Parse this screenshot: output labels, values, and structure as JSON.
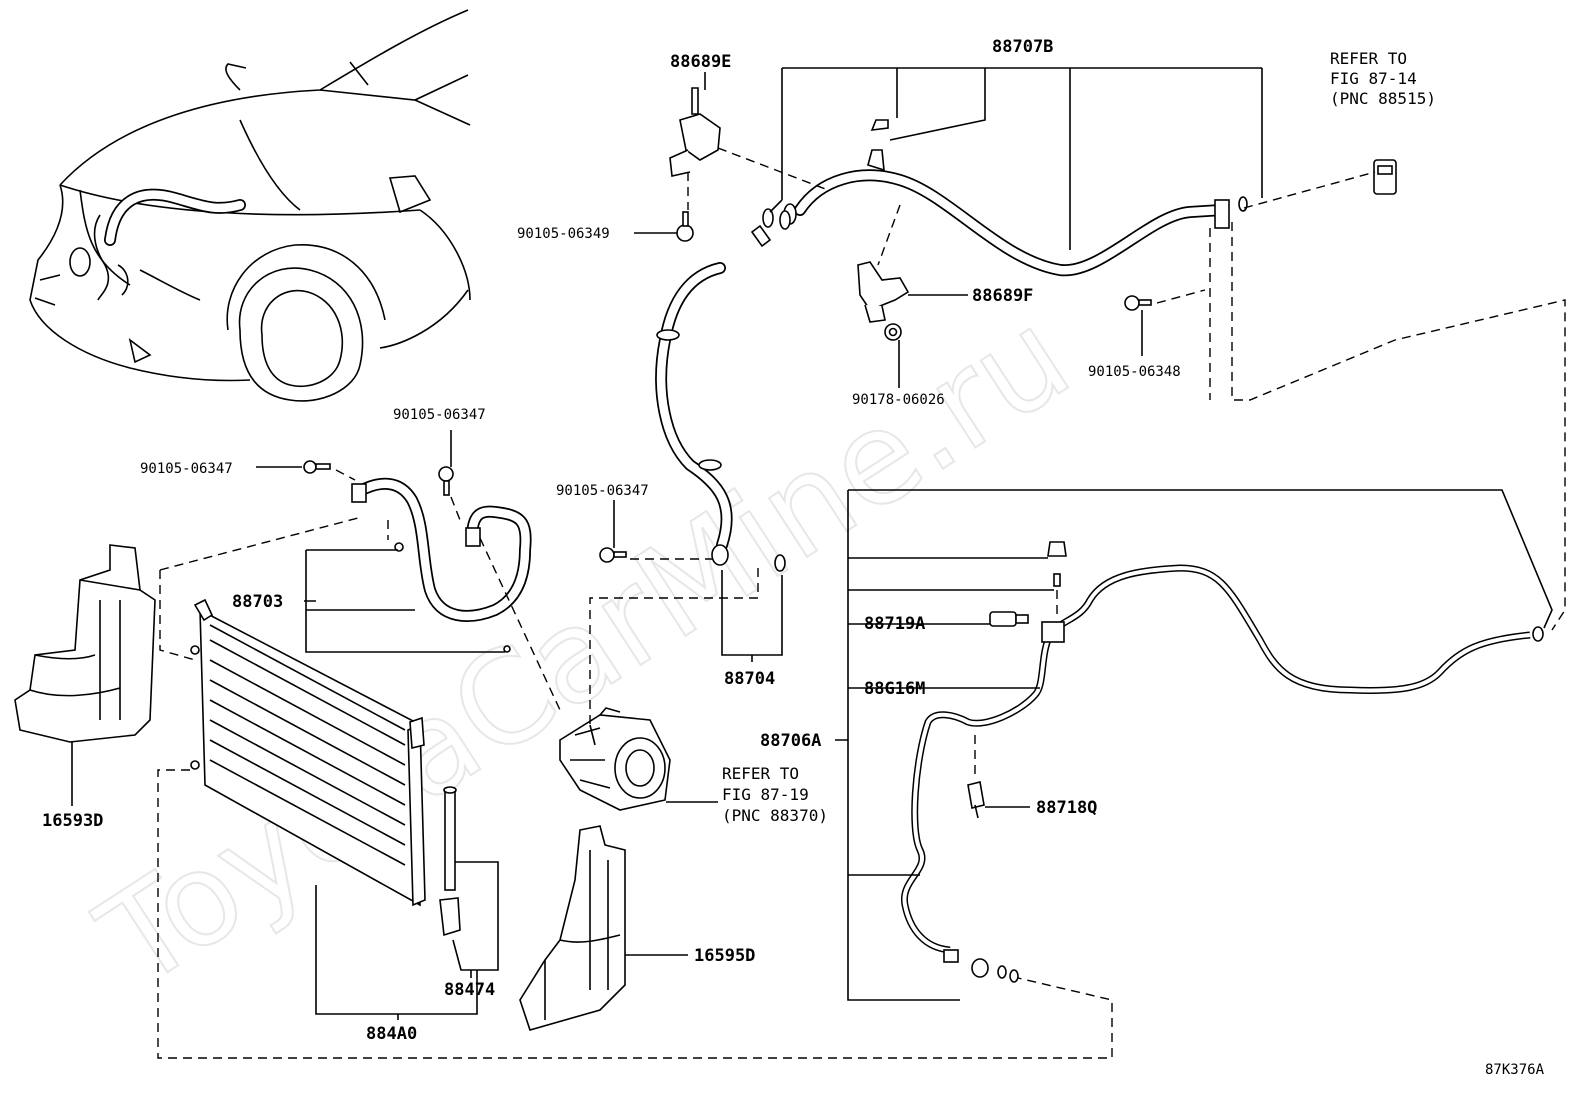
{
  "watermark": "ToyotaCarMine.ru",
  "diagram_code": "87K376A",
  "labels": {
    "p88707B": "88707B",
    "p88689E": "88689E",
    "p90105_06349": "90105-06349",
    "p88689F": "88689F",
    "p90178_06026": "90178-06026",
    "p90105_06348": "90105-06348",
    "p90105_06347_a": "90105-06347",
    "p90105_06347_b": "90105-06347",
    "p90105_06347_c": "90105-06347",
    "p88703": "88703",
    "p88704": "88704",
    "p88719A": "88719A",
    "p88G16M": "88G16M",
    "p88706A": "88706A",
    "p88718Q": "88718Q",
    "p16593D": "16593D",
    "p16595D": "16595D",
    "p88474": "88474",
    "p884A0": "884A0"
  },
  "refs": {
    "fig87_14": [
      "REFER TO",
      "FIG 87-14",
      "(PNC 88515)"
    ],
    "fig87_19": [
      "REFER TO",
      "FIG 87-19",
      "(PNC 88370)"
    ]
  }
}
